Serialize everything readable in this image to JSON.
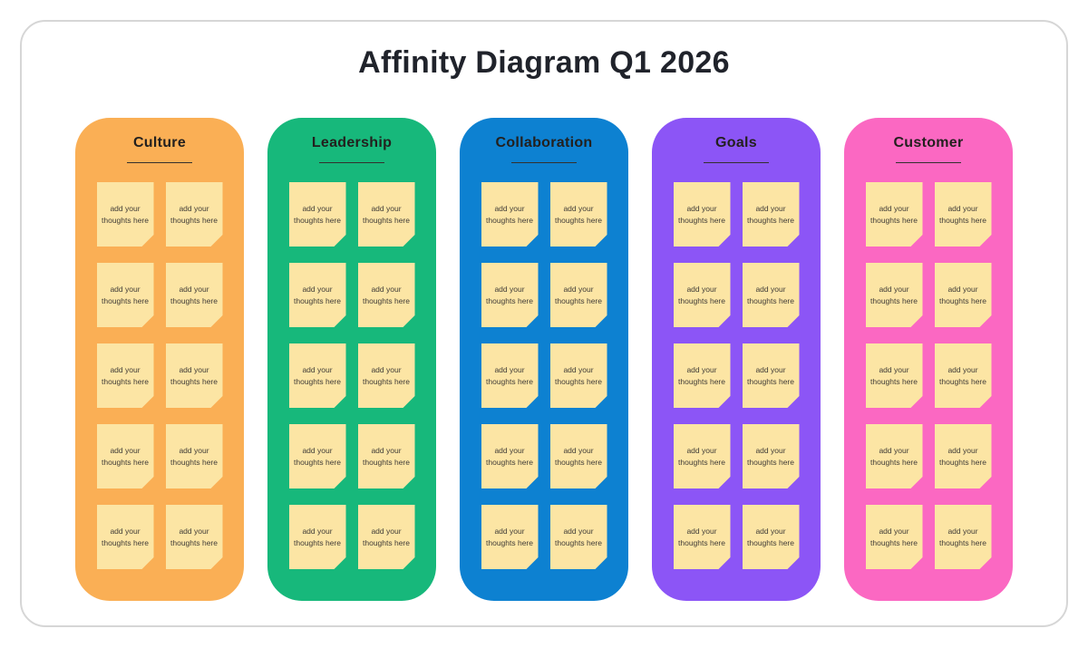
{
  "page": {
    "title": "Affinity Diagram Q1 2026",
    "title_color": "#20232b",
    "background": "#ffffff",
    "frame_border_color": "#d6d6d6"
  },
  "note": {
    "background": "#fce5a4",
    "text_color": "#403c37",
    "placeholder": "add your thoughts here"
  },
  "columns": [
    {
      "label": "Culture",
      "color": "#faaf55",
      "notes": [
        "add your thoughts here",
        "add your thoughts here",
        "add your thoughts here",
        "add your thoughts here",
        "add your thoughts here",
        "add your thoughts here",
        "add your thoughts here",
        "add your thoughts here",
        "add your thoughts here",
        "add your thoughts here"
      ]
    },
    {
      "label": "Leadership",
      "color": "#17b87b",
      "notes": [
        "add your thoughts here",
        "add your thoughts here",
        "add your thoughts here",
        "add your thoughts here",
        "add your thoughts here",
        "add your thoughts here",
        "add your thoughts here",
        "add your thoughts here",
        "add your thoughts here",
        "add your thoughts here"
      ]
    },
    {
      "label": "Collaboration",
      "color": "#0d81d1",
      "notes": [
        "add your thoughts here",
        "add your thoughts here",
        "add your thoughts here",
        "add your thoughts here",
        "add your thoughts here",
        "add your thoughts here",
        "add your thoughts here",
        "add your thoughts here",
        "add your thoughts here",
        "add your thoughts here"
      ]
    },
    {
      "label": "Goals",
      "color": "#8c55f6",
      "notes": [
        "add your thoughts here",
        "add your thoughts here",
        "add your thoughts here",
        "add your thoughts here",
        "add your thoughts here",
        "add your thoughts here",
        "add your thoughts here",
        "add your thoughts here",
        "add your thoughts here",
        "add your thoughts here"
      ]
    },
    {
      "label": "Customer",
      "color": "#fb68c2",
      "notes": [
        "add your thoughts here",
        "add your thoughts here",
        "add your thoughts here",
        "add your thoughts here",
        "add your thoughts here",
        "add your thoughts here",
        "add your thoughts here",
        "add your thoughts here",
        "add your thoughts here",
        "add your thoughts here"
      ]
    }
  ]
}
